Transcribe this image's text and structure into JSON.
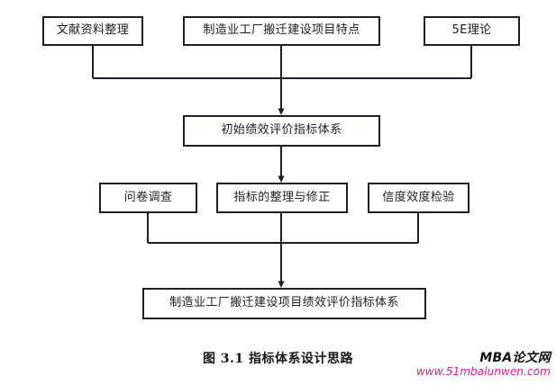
{
  "figure": {
    "caption_number": "图  3.1",
    "caption_text": "指标体系设计思路"
  },
  "diagram": {
    "type": "flowchart",
    "orientation": "top-to-bottom",
    "rows": [
      {
        "name": "inputs",
        "nodes": [
          {
            "id": "literature",
            "label": "文献资料整理"
          },
          {
            "id": "features",
            "label": "制造业工厂搬迁建设项目特点"
          },
          {
            "id": "theory",
            "label": "5E理论"
          }
        ]
      },
      {
        "name": "initial-system",
        "nodes": [
          {
            "id": "initial",
            "label": "初始绩效评价指标体系"
          }
        ]
      },
      {
        "name": "refinement",
        "nodes": [
          {
            "id": "survey",
            "label": "问卷调查"
          },
          {
            "id": "revision",
            "label": "指标的整理与修正"
          },
          {
            "id": "reliability",
            "label": "信度效度检验"
          }
        ]
      },
      {
        "name": "final-system",
        "nodes": [
          {
            "id": "final",
            "label": "制造业工厂搬迁建设项目绩效评价指标体系"
          }
        ]
      }
    ],
    "connectors": [
      {
        "from": [
          "literature",
          "features",
          "theory"
        ],
        "to": "initial",
        "style": "bus-merge-arrow"
      },
      {
        "from": [
          "initial"
        ],
        "to": "revision",
        "style": "straight-arrow"
      },
      {
        "from": [
          "survey",
          "revision",
          "reliability"
        ],
        "to": "final",
        "style": "bus-merge-arrow"
      }
    ],
    "colors": {
      "line": "#1e1e24",
      "box_border": "#1e1e24",
      "box_fill": "#ffffff",
      "text": "#212126",
      "page_background": "#ffffff"
    }
  },
  "watermark": {
    "brand": "MBA论文网",
    "url": "www.51mbalunwen.com",
    "brand_color": "#121212",
    "url_color": "#e0179b"
  }
}
